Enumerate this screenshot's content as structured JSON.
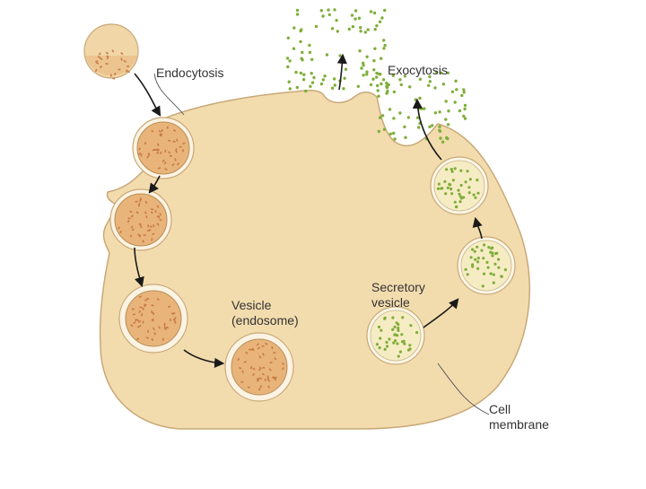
{
  "labels": {
    "endocytosis": "Endocytosis",
    "exocytosis": "Exocytosis",
    "vesicle_line1": "Vesicle",
    "vesicle_line2": "(endosome)",
    "secretory_line1": "Secretory",
    "secretory_line2": "vesicle",
    "membrane_line1": "Cell",
    "membrane_line2": "membrane"
  },
  "colors": {
    "cytoplasm": "#f2dcae",
    "membrane": "#c9a877",
    "vesicle_fill": "#e8b47a",
    "vesicle_speckle": "#c97b45",
    "secretory_fill": "#f6ecc4",
    "secretory_dot": "#7fae3a",
    "arrow": "#1a1a1a",
    "label_text": "#333333"
  }
}
